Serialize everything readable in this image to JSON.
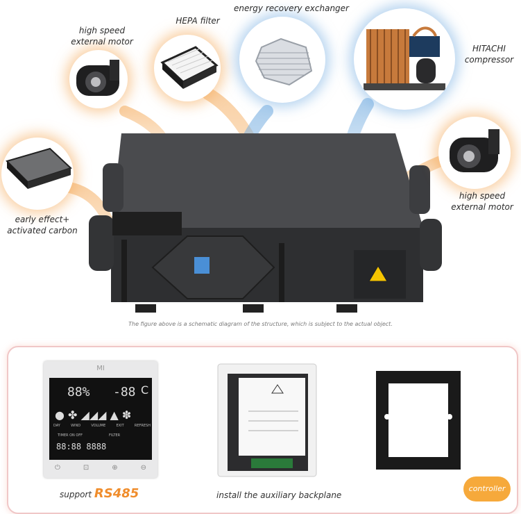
{
  "labels": {
    "motor_left": [
      "high speed",
      "external motor"
    ],
    "hepa": "HEPA filter",
    "exchanger": "energy recovery exchanger",
    "compressor": [
      "HITACHI",
      "compressor"
    ],
    "motor_right": [
      "high speed",
      "external motor"
    ],
    "carbon": [
      "early effect+",
      "activated carbon"
    ]
  },
  "caption": "The figure above is a schematic diagram of the structure, which is subject to the actual object.",
  "controller": {
    "support_prefix": "support",
    "support_protocol": "RS485",
    "backplane_caption": "install the auxiliary backplane",
    "badge": "controller",
    "display": {
      "logo": "MI",
      "unit": "C",
      "row_labels": [
        "DAY",
        "WIND",
        "VOLUME",
        "EXIT",
        "REFRESH"
      ],
      "timer_labels": [
        "TIMER",
        "ON",
        "OFF"
      ],
      "filter_label": "FILTER"
    }
  },
  "colors": {
    "warm_glow": "#f4aa5a",
    "cool_glow": "#78afe1",
    "unit_body": "#3a3b3d",
    "accent": "#f08d2c"
  }
}
